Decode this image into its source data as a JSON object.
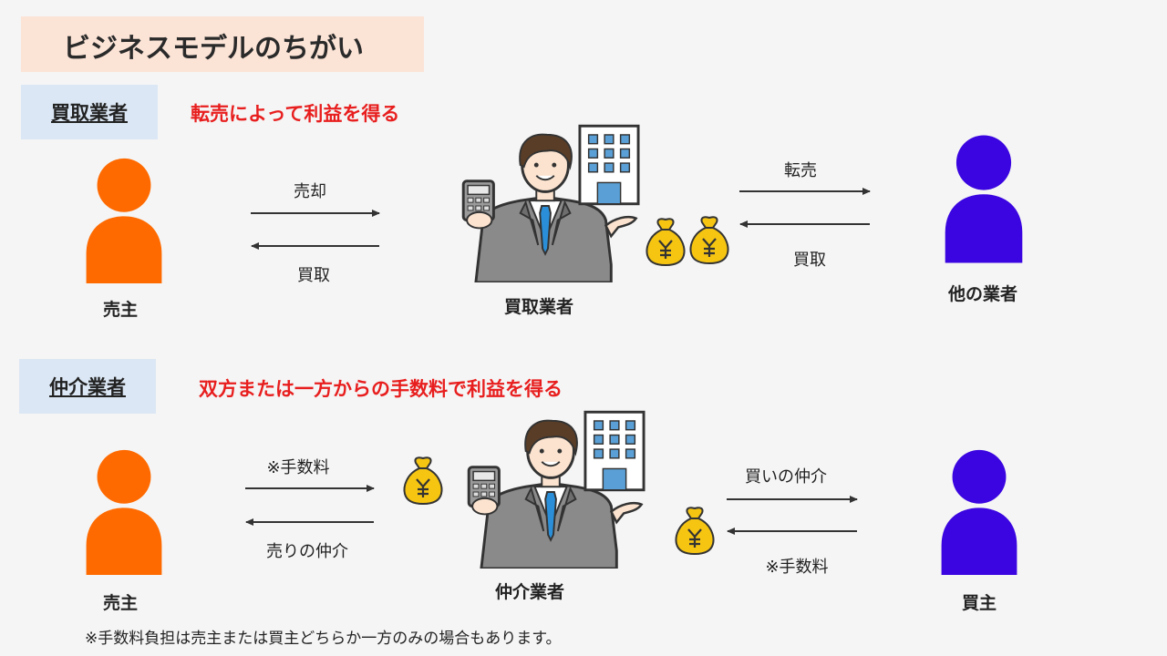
{
  "title": "ビジネスモデルのちがい",
  "colors": {
    "seller": "#fe6a00",
    "other": "#3a05e0",
    "headline": "#e81e1e",
    "title_bg": "#fbe3d6",
    "label_bg": "#dbe7f4",
    "coin": "#f6c512"
  },
  "section1": {
    "label": "買取業者",
    "headline": "転売によって利益を得る",
    "seller_label": "売主",
    "arrow_left_top": "売却",
    "arrow_left_bottom": "買取",
    "center_label": "買取業者",
    "arrow_right_top": "転売",
    "arrow_right_bottom": "買取",
    "right_label": "他の業者"
  },
  "section2": {
    "label": "仲介業者",
    "headline": "双方または一方からの手数料で利益を得る",
    "seller_label": "売主",
    "arrow_left_top": "※手数料",
    "arrow_left_bottom": "売りの仲介",
    "center_label": "仲介業者",
    "arrow_right_top": "買いの仲介",
    "arrow_right_bottom": "※手数料",
    "right_label": "買主"
  },
  "footnote": "※手数料負担は売主または買主どちらか一方のみの場合もあります。",
  "icons": [
    "person-icon",
    "businessman-icon",
    "building-icon",
    "money-bag-icon",
    "calculator-icon",
    "arrow-icon"
  ]
}
